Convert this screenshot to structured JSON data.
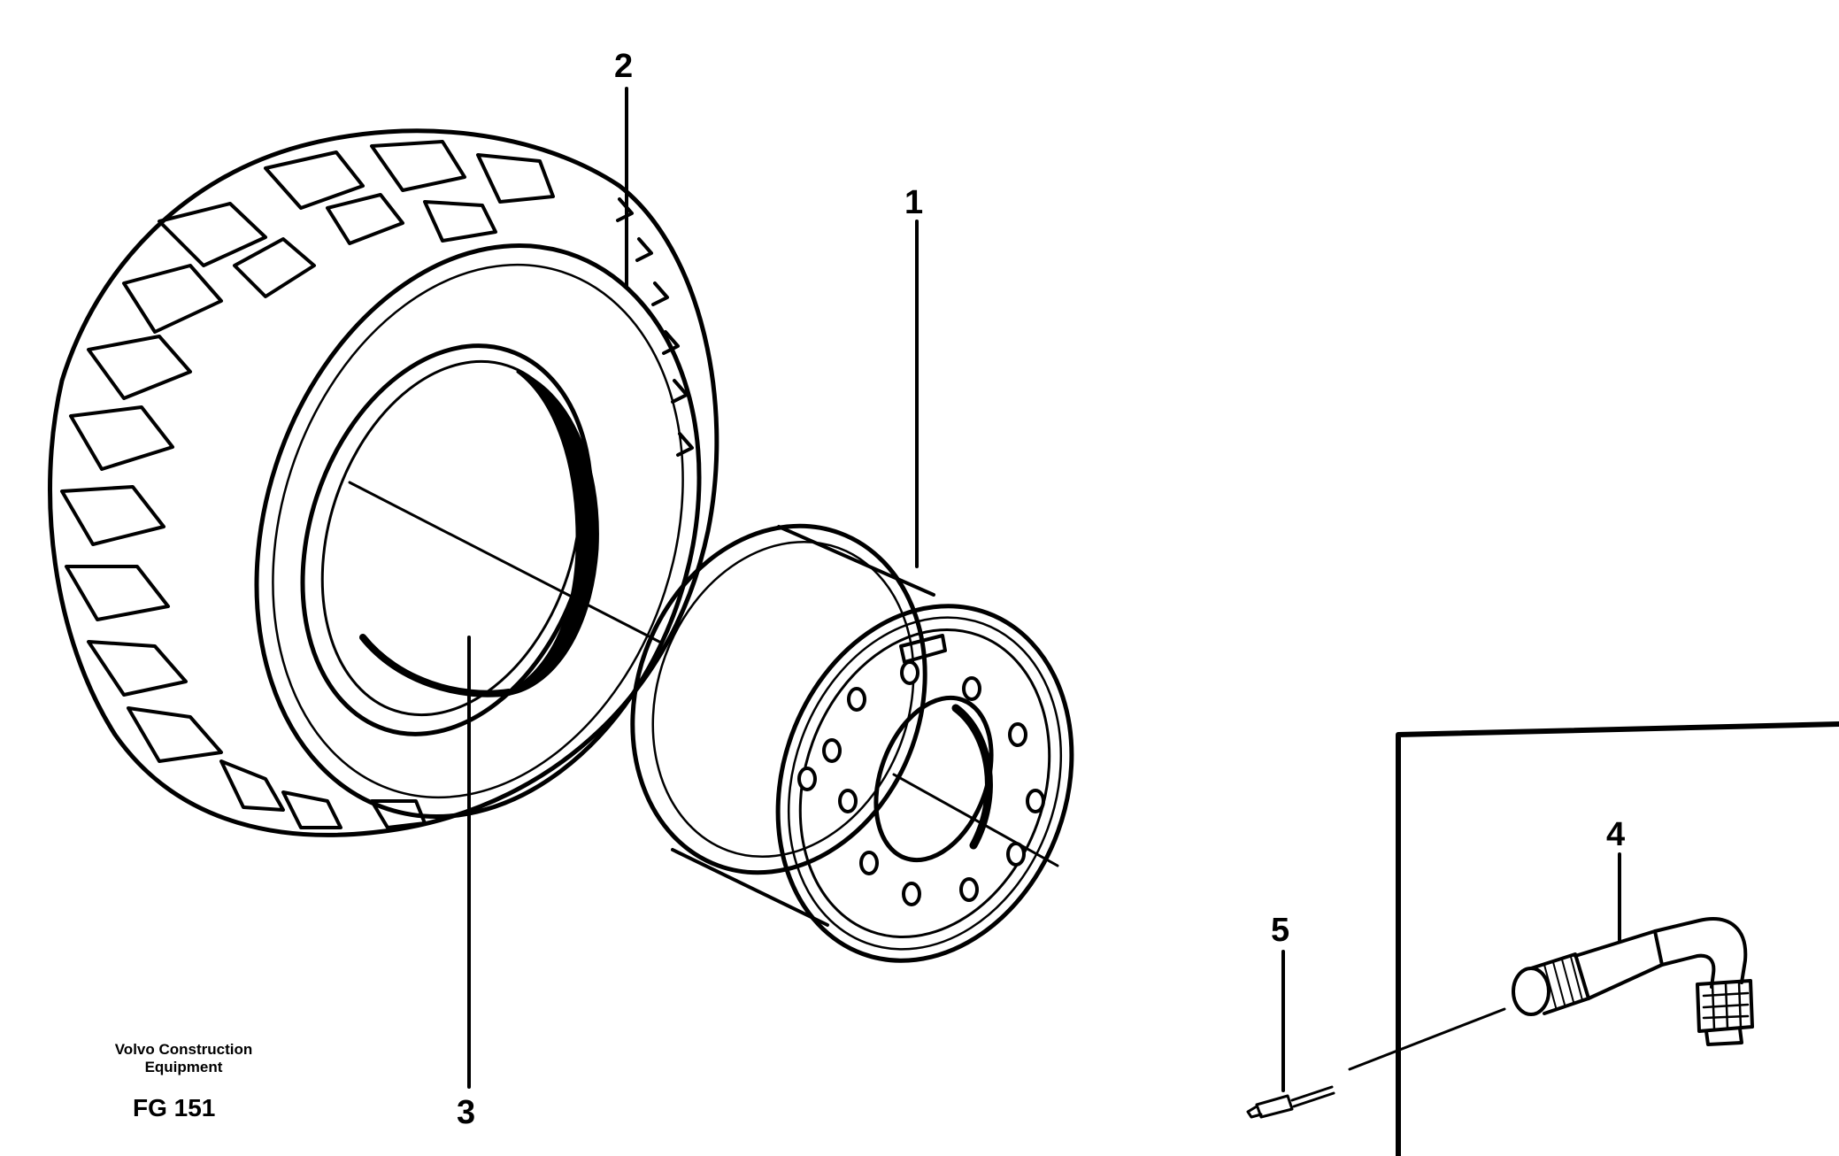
{
  "callouts": {
    "tire_rim": "1",
    "tire": "2",
    "inner_tube": "3",
    "valve": "4",
    "valve_insert": "5"
  },
  "caption": {
    "brand_line1": "Volvo Construction",
    "brand_line2": "Equipment",
    "figure_code": "FG 151"
  }
}
